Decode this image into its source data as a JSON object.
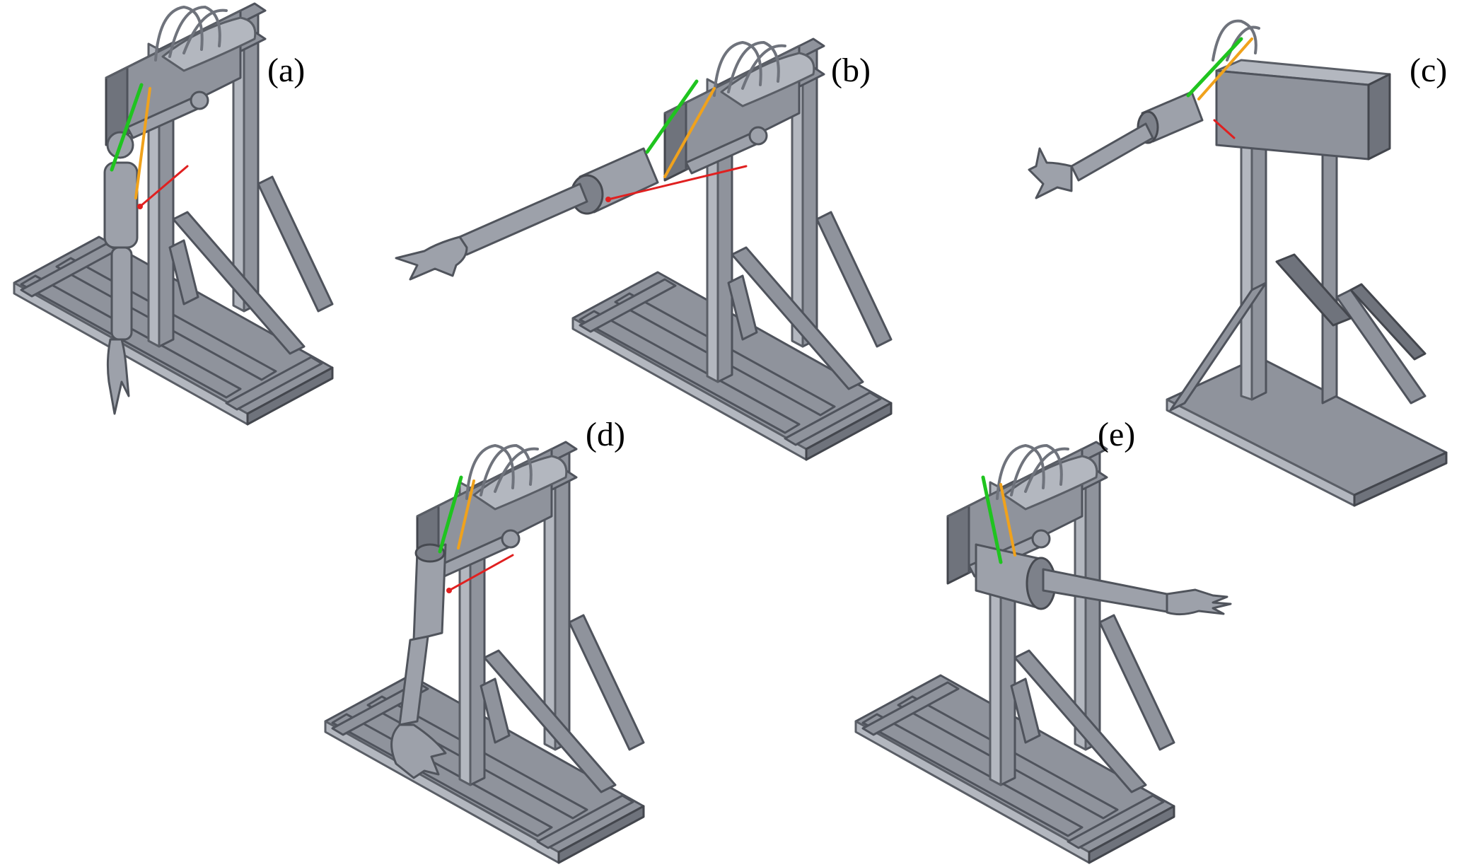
{
  "panels": [
    {
      "id": "a",
      "label": "(a)"
    },
    {
      "id": "b",
      "label": "(b)"
    },
    {
      "id": "c",
      "label": "(c)"
    },
    {
      "id": "d",
      "label": "(d)"
    },
    {
      "id": "e",
      "label": "(e)"
    }
  ],
  "colors": {
    "background": "#ffffff",
    "frame": "#8f939c",
    "frame_outline": "#4f535c",
    "cable_green": "#1fc41f",
    "cable_orange": "#f0a21c",
    "cable_red": "#e02020"
  }
}
